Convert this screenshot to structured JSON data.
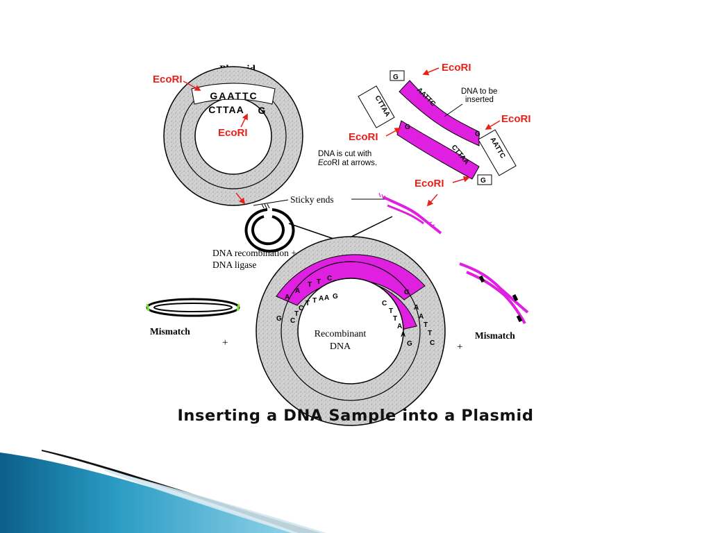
{
  "diagram": {
    "plasmid_title": "Plasmid",
    "enzyme": "EcoRI",
    "plasmid_seq_top": "GAATTC",
    "plasmid_seq_bottom": "CTTAA",
    "plasmid_seq_g": "G",
    "dna_to_insert_label": [
      "DNA to be",
      "inserted"
    ],
    "dna_cut_note": [
      "DNA is cut with",
      "Eco",
      "RI at arrows."
    ],
    "sticky_ends_label": "Sticky ends",
    "recombination_label": [
      "DNA recombination +",
      "DNA ligase"
    ],
    "recombinant_label": [
      "Recombinant",
      "DNA"
    ],
    "mismatch_label": "Mismatch",
    "plus": "+",
    "caption": "Inserting a DNA Sample into a Plasmid",
    "colors": {
      "insert_dna": "#e020e0",
      "enzyme_label": "#e8201a",
      "plasmid_fill": "#cfcfcf",
      "mismatch_end": "#7ee23b",
      "slide_bar": "#1a8ab0"
    }
  }
}
